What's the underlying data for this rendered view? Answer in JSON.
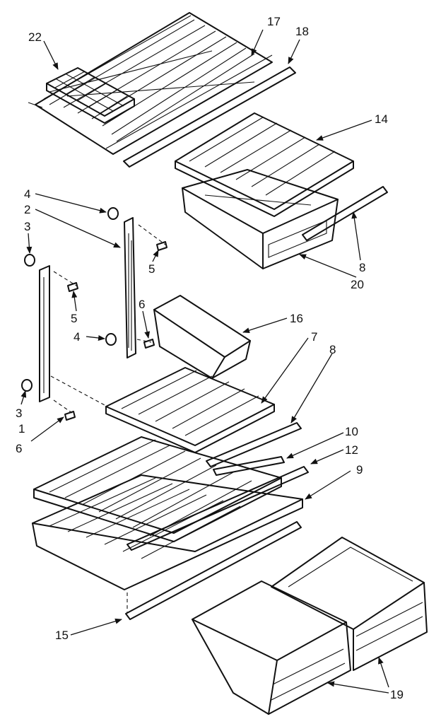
{
  "callouts": {
    "c22": "22",
    "c17": "17",
    "c18": "18",
    "c14": "14",
    "c4a": "4",
    "c2": "2",
    "c3a": "3",
    "c5a": "5",
    "c5b": "5",
    "c8a": "8",
    "c20": "20",
    "c6a": "6",
    "c16": "16",
    "c4b": "4",
    "c7": "7",
    "c8b": "8",
    "c3b": "3",
    "c1": "1",
    "c6b": "6",
    "c10": "10",
    "c12": "12",
    "c9": "9",
    "c15": "15",
    "c19": "19"
  }
}
